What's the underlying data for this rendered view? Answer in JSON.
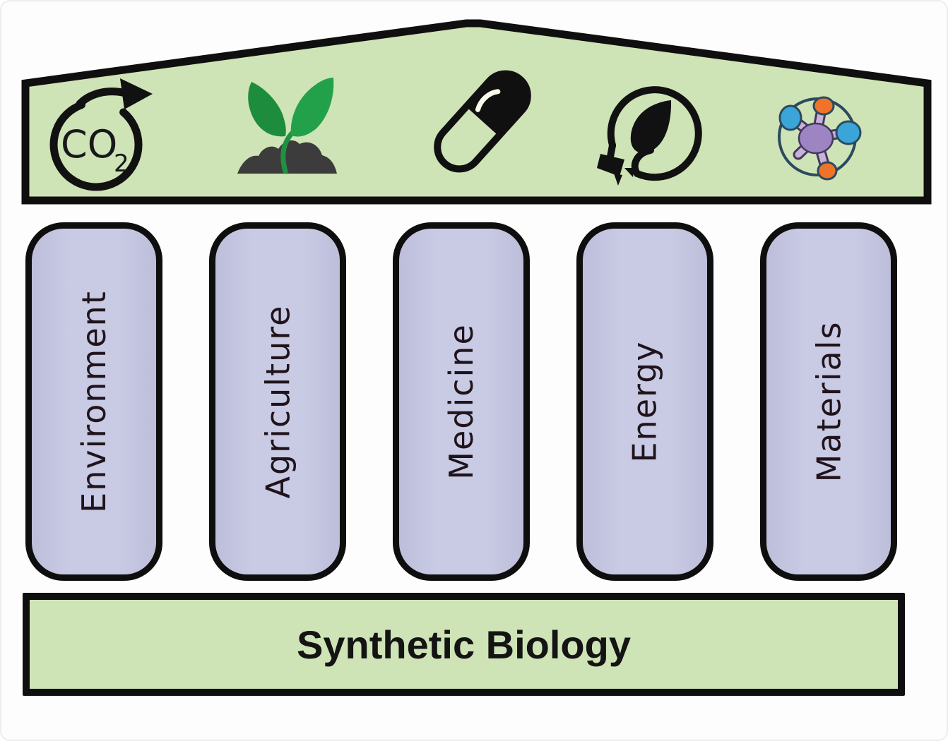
{
  "diagram": {
    "title": "Synthetic Biology temple diagram"
  },
  "roof": {
    "co2_main": "CO",
    "co2_sub": "2",
    "icons": [
      "co2-recycle-icon",
      "seedling-icon",
      "pill-capsule-icon",
      "green-energy-plug-icon",
      "molecule-icon"
    ]
  },
  "pillars": {
    "items": [
      {
        "label": "Environment"
      },
      {
        "label": "Agriculture"
      },
      {
        "label": "Medicine"
      },
      {
        "label": "Energy"
      },
      {
        "label": "Materials"
      }
    ]
  },
  "foundation": {
    "label": "Synthetic Biology"
  },
  "colors": {
    "roof_green": "#cfe4b6",
    "pillar_lavender": "#c6c7e1",
    "outline_black": "#111111",
    "leaf_green_dark": "#1e8c3d",
    "leaf_green_light": "#23a14a",
    "soil_gray": "#3c3c3c",
    "molecule_center_purple": "#9d85c3",
    "molecule_arm_lilac": "#c9b2da",
    "molecule_orange": "#ef7429",
    "molecule_blue": "#3ba5d9",
    "molecule_ring": "#2c4a5f",
    "pillar_text": "#20141c",
    "foundation_text": "#141414"
  }
}
